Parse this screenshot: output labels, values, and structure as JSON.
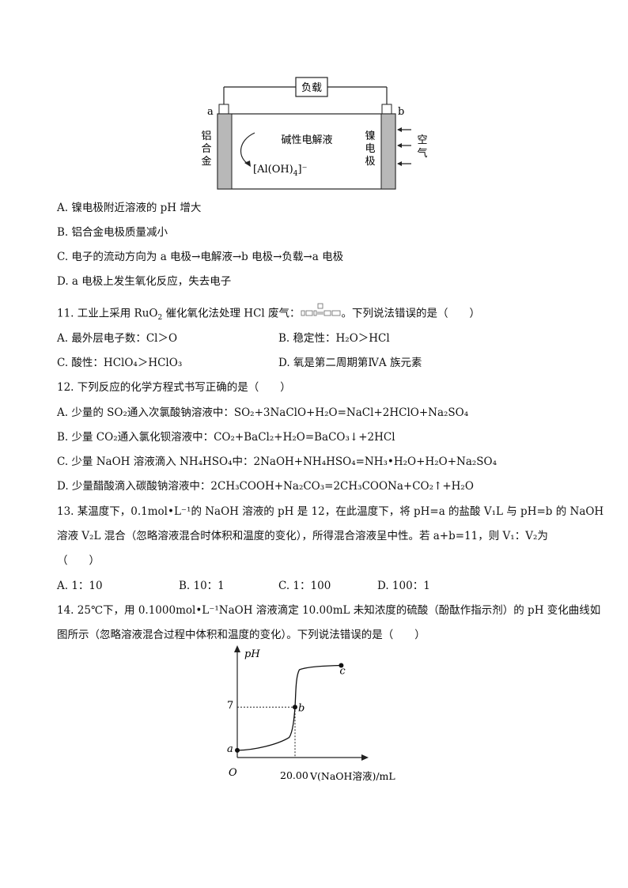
{
  "battery": {
    "load_label": "负载",
    "terminal_a": "a",
    "terminal_b": "b",
    "left_electrode": [
      "铝",
      "合",
      "金"
    ],
    "right_electrode": [
      "镍",
      "电",
      "极"
    ],
    "electrolyte": "碱性电解液",
    "ion": "[Al(OH)",
    "ion_sub": "4",
    "ion_sup": "]⁻",
    "air": [
      "空",
      "气"
    ]
  },
  "q10_options": {
    "A": "A. 镍电极附近溶液的 pH 增大",
    "B": "B. 铝合金电极质量减小",
    "C": "C. 电子的流动方向为 a 电极→电解液→b 电极→负载→a 电极",
    "D": "D. a 电极上发生氧化反应，失去电子"
  },
  "q11": {
    "prefix": "11. 工业上采用 RuO",
    "sub": "2",
    "middle": " 催化氧化法处理 HCl 废气：",
    "suffix": "。下列说法错误的是（　　）",
    "A": "A. 最外层电子数：Cl＞O",
    "B": "B. 稳定性：H₂O＞HCl",
    "C": "C. 酸性：HClO₄＞HClO₃",
    "D": "D. 氧是第二周期第ⅣA 族元素"
  },
  "q12": {
    "stem": "12. 下列反应的化学方程式书写正确的是（　　）",
    "A": "A. 少量的 SO₂通入次氯酸钠溶液中：SO₂+3NaClO+H₂O=NaCl+2HClO+Na₂SO₄",
    "B": "B. 少量 CO₂通入氯化钡溶液中：CO₂+BaCl₂+H₂O=BaCO₃↓+2HCl",
    "C": "C. 少量 NaOH 溶液滴入 NH₄HSO₄中：2NaOH+NH₄HSO₄=NH₃•H₂O+H₂O+Na₂SO₄",
    "D": "D. 少量醋酸滴入碳酸钠溶液中：2CH₃COOH+Na₂CO₃=2CH₃COONa+CO₂↑+H₂O"
  },
  "q13": {
    "line1": "13. 某温度下，0.1mol•L⁻¹的 NaOH 溶液的 pH 是 12，在此温度下，将 pH=a 的盐酸 V₁L 与 pH=b 的 NaOH",
    "line2": "溶液 V₂L 混合（忽略溶液混合时体积和温度的变化），所得混合溶液呈中性。若 a+b=11，则 V₁：V₂为",
    "line3": "（　　）",
    "A": "A. 1：10",
    "B": "B. 10：1",
    "C": "C. 1：100",
    "D": "D. 100：1"
  },
  "q14": {
    "line1": "14. 25℃下，用 0.1000mol•L⁻¹NaOH 溶液滴定 10.00mL 未知浓度的硫酸（酚酞作指示剂）的 pH 变化曲线如",
    "line2": "图所示（忽略溶液混合过程中体积和温度的变化）。下列说法错误的是（　　）"
  },
  "chart_data": {
    "type": "line",
    "ylabel": "pH",
    "xlabel": "V(NaOH溶液)/mL",
    "origin_label": "O",
    "y_tick": "7",
    "x_tick": "20.00",
    "points": [
      {
        "label": "a",
        "x": 0,
        "y": 1
      },
      {
        "label": "b",
        "x": 20.0,
        "y": 7
      },
      {
        "label": "c",
        "x": 36,
        "y": 12.8
      }
    ]
  },
  "colors": {
    "text": "#111111",
    "electrode": "#b8b8b8"
  }
}
